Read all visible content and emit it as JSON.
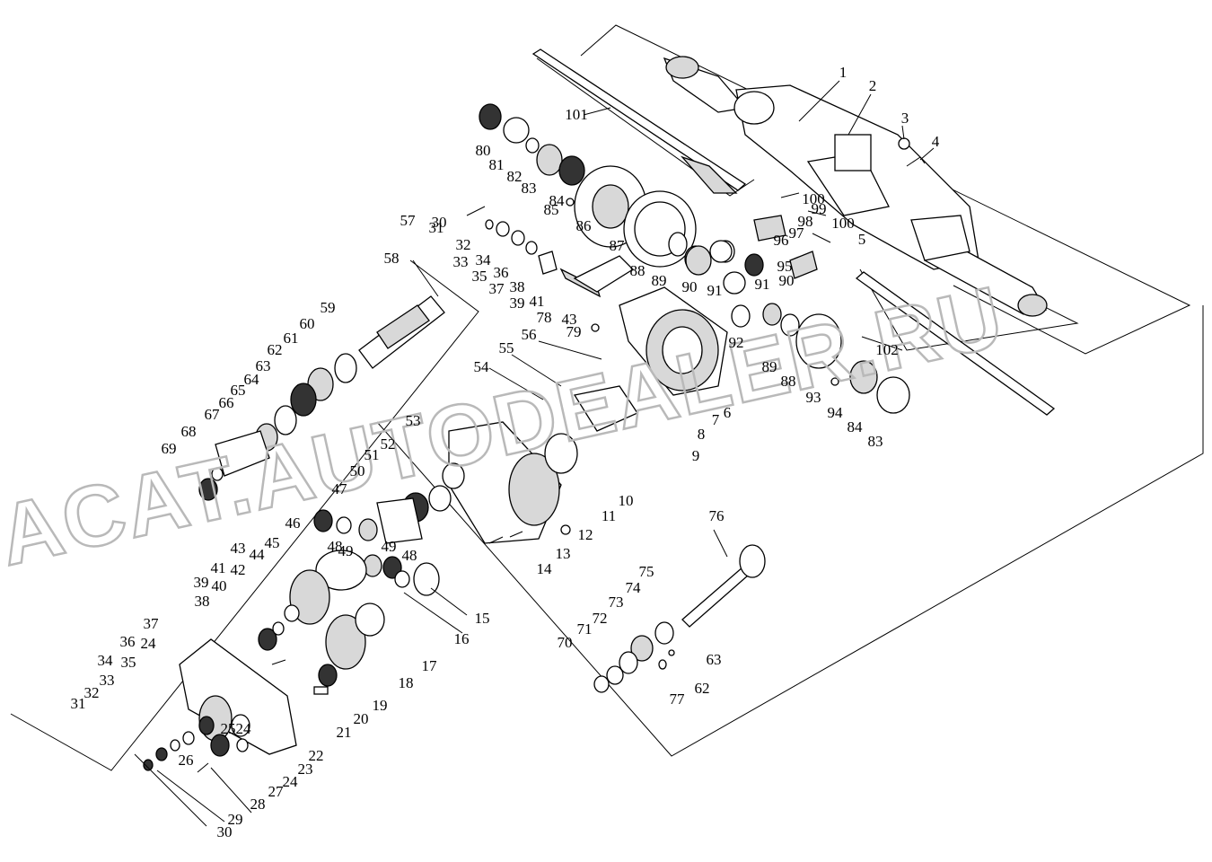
{
  "watermark": {
    "text": "ACAT.AUTODEALER.RU"
  },
  "labels": [
    "1",
    "2",
    "3",
    "4",
    "5",
    "6",
    "7",
    "8",
    "9",
    "10",
    "11",
    "12",
    "13",
    "14",
    "15",
    "16",
    "17",
    "18",
    "19",
    "20",
    "21",
    "22",
    "23",
    "24",
    "24",
    "24",
    "25",
    "26",
    "27",
    "28",
    "29",
    "30",
    "30",
    "31",
    "31",
    "32",
    "32",
    "33",
    "33",
    "34",
    "34",
    "35",
    "35",
    "36",
    "36",
    "37",
    "37",
    "38",
    "38",
    "39",
    "39",
    "40",
    "41",
    "41",
    "42",
    "43",
    "43",
    "44",
    "45",
    "46",
    "47",
    "48",
    "48",
    "49",
    "49",
    "50",
    "51",
    "52",
    "53",
    "54",
    "55",
    "56",
    "57",
    "58",
    "59",
    "60",
    "61",
    "62",
    "62",
    "63",
    "63",
    "64",
    "65",
    "66",
    "67",
    "68",
    "69",
    "70",
    "71",
    "72",
    "73",
    "74",
    "75",
    "76",
    "77",
    "78",
    "79",
    "80",
    "81",
    "82",
    "83",
    "83",
    "84",
    "84",
    "85",
    "86",
    "87",
    "88",
    "88",
    "89",
    "89",
    "90",
    "90",
    "91",
    "91",
    "92",
    "93",
    "94",
    "95",
    "96",
    "97",
    "98",
    "99",
    "100",
    "100",
    "101",
    "102"
  ]
}
